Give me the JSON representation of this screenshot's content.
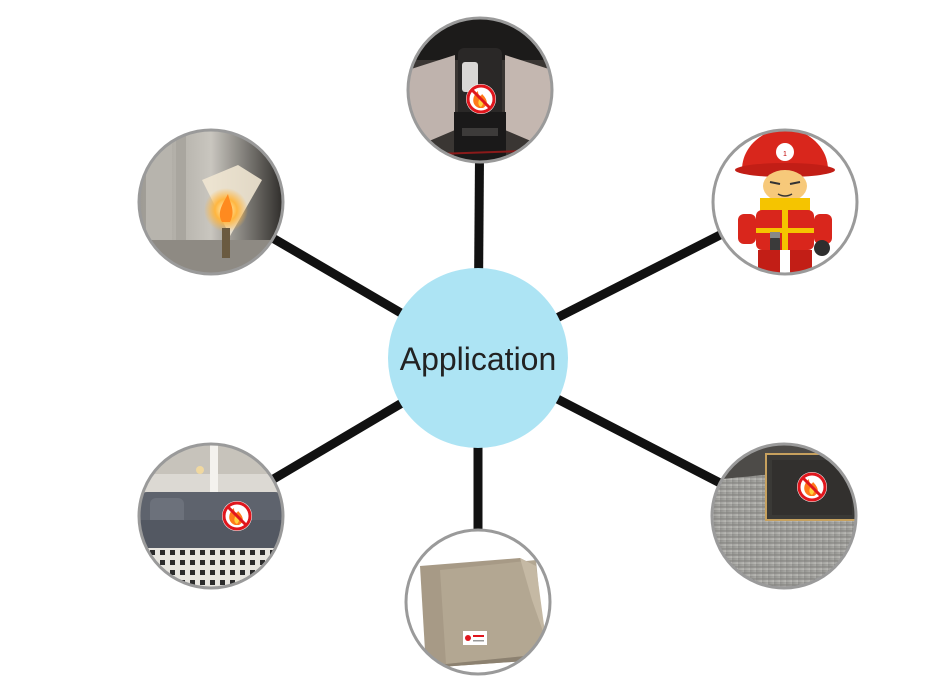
{
  "center": {
    "label": "Application",
    "color": "#ade4f4"
  },
  "connector_color": "#111111",
  "ring_color": "#9a9a9a",
  "nodes": [
    {
      "id": "car-interior",
      "subject": "car-interior",
      "has_fire_badge": true
    },
    {
      "id": "firefighter",
      "subject": "firefighter-cartoon",
      "has_fire_badge": false
    },
    {
      "id": "carpet",
      "subject": "carpet",
      "has_fire_badge": true
    },
    {
      "id": "blanket",
      "subject": "folded-fire-blanket",
      "has_fire_badge": false
    },
    {
      "id": "sofa",
      "subject": "sofa",
      "has_fire_badge": true
    },
    {
      "id": "lamp-fire",
      "subject": "lamp-fire",
      "has_fire_badge": false
    }
  ],
  "icons": {
    "no_fire": "no-fire-icon"
  },
  "helmet_badge": "1"
}
